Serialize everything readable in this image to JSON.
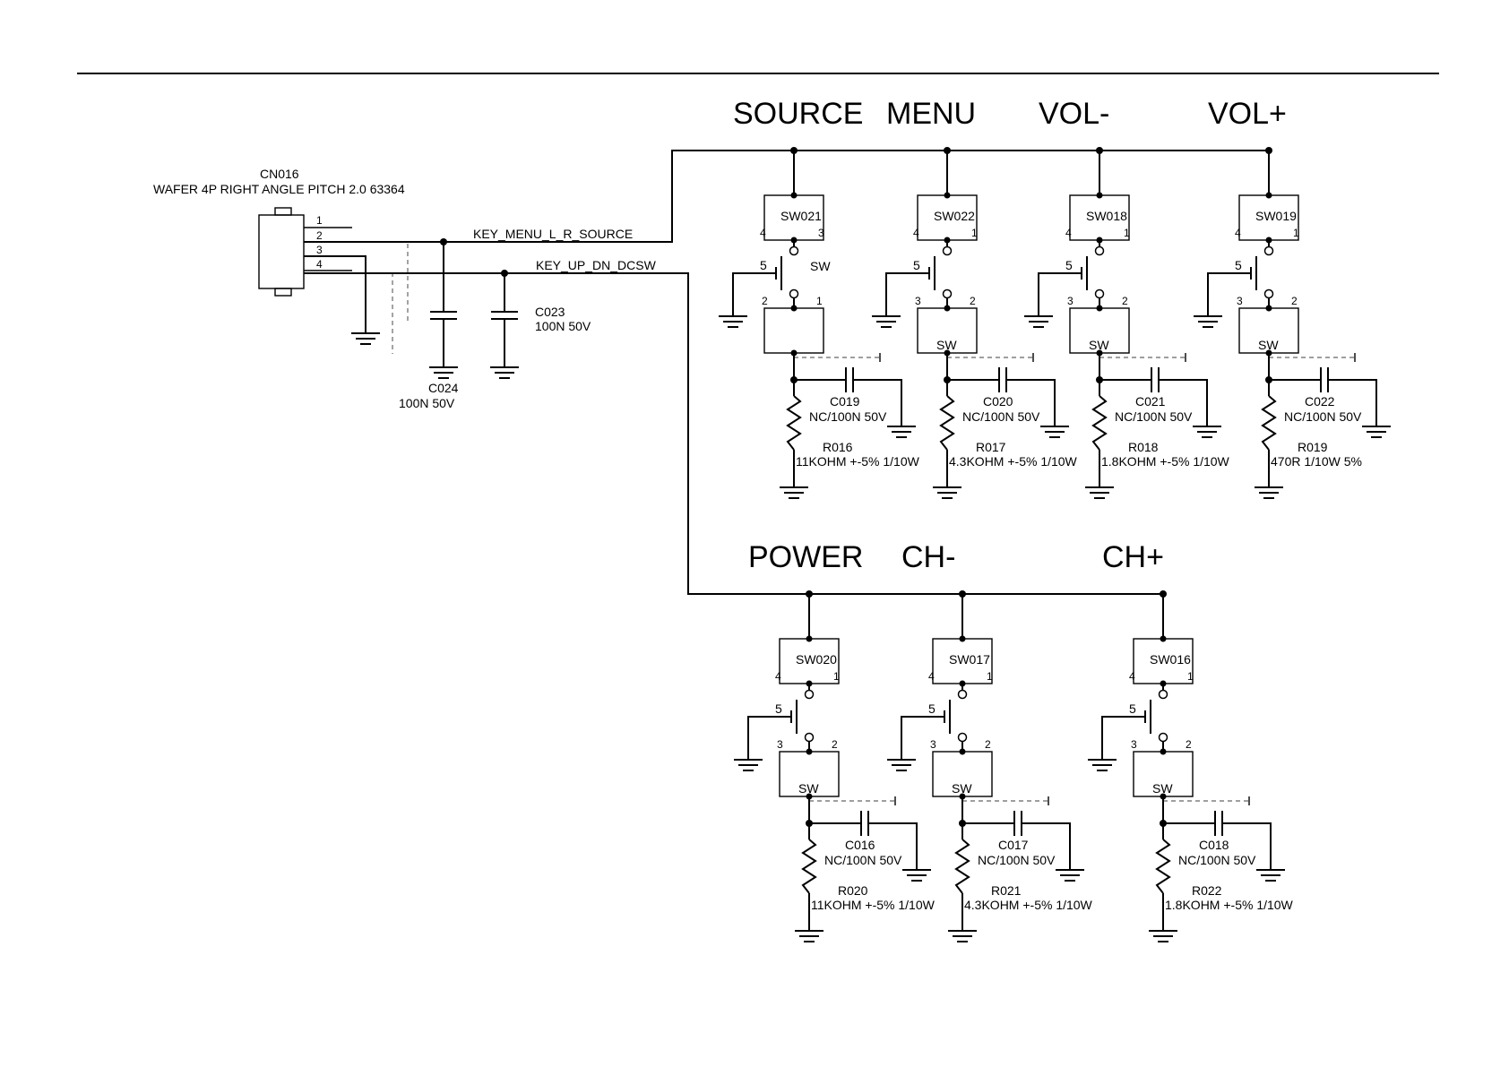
{
  "connector": {
    "ref": "CN016",
    "desc": "WAFER 4P RIGHT ANGLE PITCH 2.0 63364",
    "pins": [
      "1",
      "2",
      "3",
      "4"
    ]
  },
  "nets": {
    "net1": "KEY_MENU_L_R_SOURCE",
    "net2": "KEY_UP_DN_DCSW"
  },
  "input_caps": [
    {
      "ref": "C023",
      "value": "100N 50V"
    },
    {
      "ref": "C024",
      "value": "100N 50V"
    }
  ],
  "top_row": [
    {
      "title": "SOURCE",
      "sw_ref": "SW021",
      "sw_label": "SW",
      "sw_pins": [
        "4",
        "3",
        "5",
        "2",
        "1"
      ],
      "cap_ref": "C019",
      "cap_value": "NC/100N 50V",
      "res_ref": "R016",
      "res_value": "11KOHM +-5% 1/10W"
    },
    {
      "title": "MENU",
      "sw_ref": "SW022",
      "sw_label": "SW",
      "sw_pins": [
        "4",
        "1",
        "5",
        "3",
        "2"
      ],
      "cap_ref": "C020",
      "cap_value": "NC/100N 50V",
      "res_ref": "R017",
      "res_value": "4.3KOHM +-5% 1/10W"
    },
    {
      "title": "VOL-",
      "sw_ref": "SW018",
      "sw_label": "SW",
      "sw_pins": [
        "4",
        "1",
        "5",
        "3",
        "2"
      ],
      "cap_ref": "C021",
      "cap_value": "NC/100N 50V",
      "res_ref": "R018",
      "res_value": "1.8KOHM +-5% 1/10W"
    },
    {
      "title": "VOL+",
      "sw_ref": "SW019",
      "sw_label": "SW",
      "sw_pins": [
        "4",
        "1",
        "5",
        "3",
        "2"
      ],
      "cap_ref": "C022",
      "cap_value": "NC/100N 50V",
      "res_ref": "R019",
      "res_value": "470R 1/10W 5%"
    }
  ],
  "bottom_row": [
    {
      "title": "POWER",
      "sw_ref": "SW020",
      "sw_label": "SW",
      "sw_pins": [
        "4",
        "1",
        "5",
        "3",
        "2"
      ],
      "cap_ref": "C016",
      "cap_value": "NC/100N 50V",
      "res_ref": "R020",
      "res_value": "11KOHM +-5% 1/10W"
    },
    {
      "title": "CH-",
      "sw_ref": "SW017",
      "sw_label": "SW",
      "sw_pins": [
        "4",
        "1",
        "5",
        "3",
        "2"
      ],
      "cap_ref": "C017",
      "cap_value": "NC/100N 50V",
      "res_ref": "R021",
      "res_value": "4.3KOHM +-5% 1/10W"
    },
    {
      "title": "CH+",
      "sw_ref": "SW016",
      "sw_label": "SW",
      "sw_pins": [
        "4",
        "1",
        "5",
        "3",
        "2"
      ],
      "cap_ref": "C018",
      "cap_value": "NC/100N 50V",
      "res_ref": "R022",
      "res_value": "1.8KOHM +-5% 1/10W"
    }
  ]
}
